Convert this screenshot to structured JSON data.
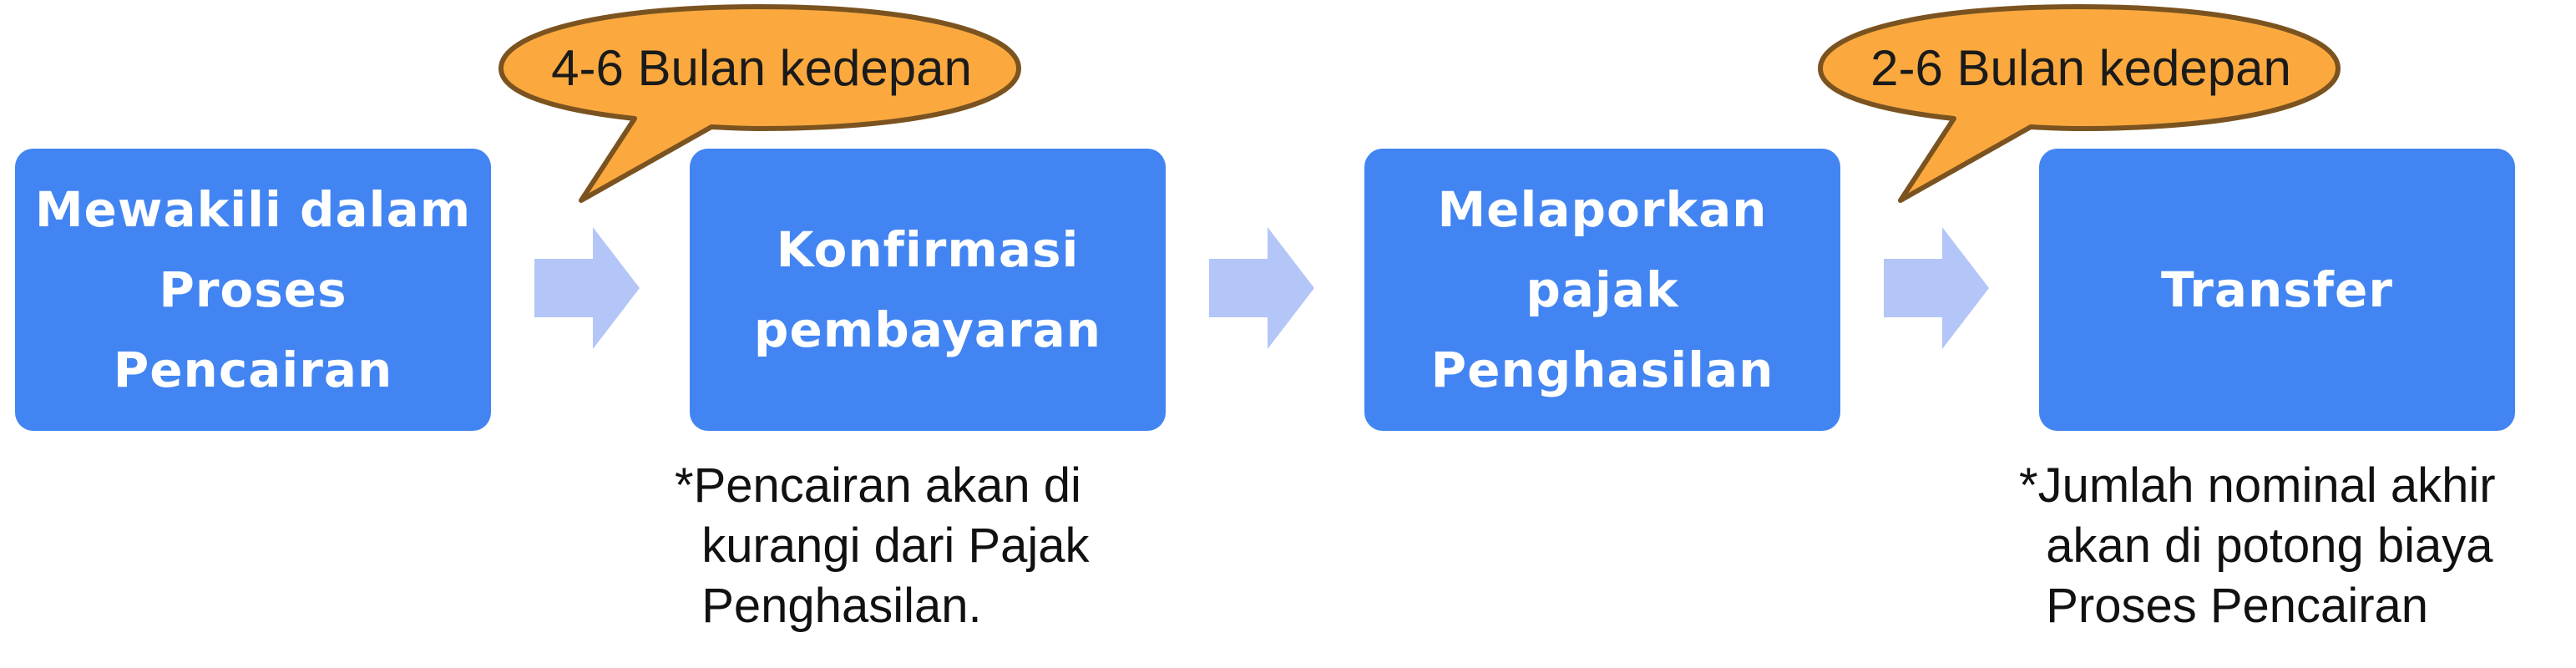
{
  "steps": [
    {
      "label": "Mewakili dalam\nProses\nPencairan"
    },
    {
      "label": "Konfirmasi\npembayaran"
    },
    {
      "label": "Melaporkan\npajak\nPenghasilan"
    },
    {
      "label": "Transfer"
    }
  ],
  "bubbles": [
    {
      "text": "4-6 Bulan kedepan"
    },
    {
      "text": "2-6 Bulan kedepan"
    }
  ],
  "notes": [
    {
      "text": "*Pencairan akan di\n  kurangi dari Pajak\n  Penghasilan."
    },
    {
      "text": "*Jumlah nominal akhir\n  akan di potong biaya\n  Proses Pencairan"
    }
  ],
  "colors": {
    "box": "#4285f2",
    "box_text": "#ffffff",
    "arrow": "#b4c6f7",
    "bubble_fill": "#fba93e",
    "bubble_stroke": "#7a5320"
  }
}
